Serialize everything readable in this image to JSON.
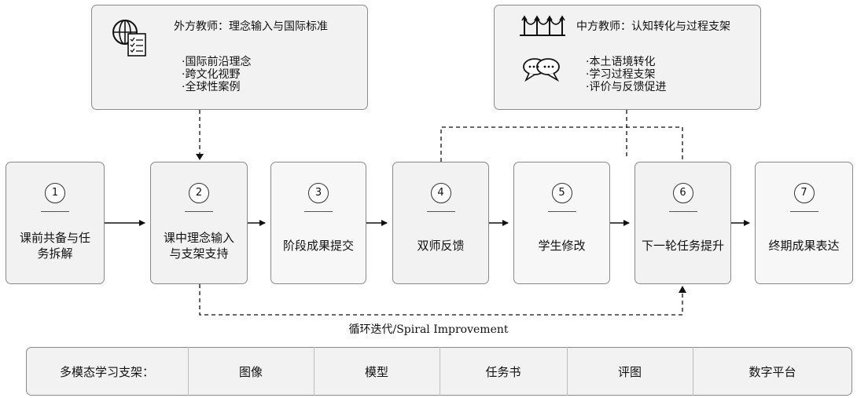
{
  "foreign_teacher": {
    "title": "外方教师：理念输入与国际标准",
    "items": [
      "·国际前沿理念",
      "·跨文化视野",
      "·全球性案例"
    ],
    "icon": "globe-checklist-icon"
  },
  "chinese_teacher": {
    "title": "中方教师：认知转化与过程支架",
    "items": [
      "·本土语境转化",
      "·学习过程支架",
      "·评价与反馈促进"
    ],
    "icons": [
      "bridge-icon",
      "speech-bubbles-icon"
    ]
  },
  "steps": [
    {
      "num": "1",
      "label": "课前共备与任务拆解"
    },
    {
      "num": "2",
      "label": "课中理念输入与支架支持"
    },
    {
      "num": "3",
      "label": "阶段成果提交"
    },
    {
      "num": "4",
      "label": "双师反馈"
    },
    {
      "num": "5",
      "label": "学生修改"
    },
    {
      "num": "6",
      "label": "下一轮任务提升"
    },
    {
      "num": "7",
      "label": "终期成果表达"
    }
  ],
  "spiral_label": "循环迭代/Spiral  Improvement",
  "scaffold_bar": {
    "label": "多模态学习支架：",
    "items": [
      "图像",
      "模型",
      "任务书",
      "评图",
      "数字平台"
    ]
  }
}
